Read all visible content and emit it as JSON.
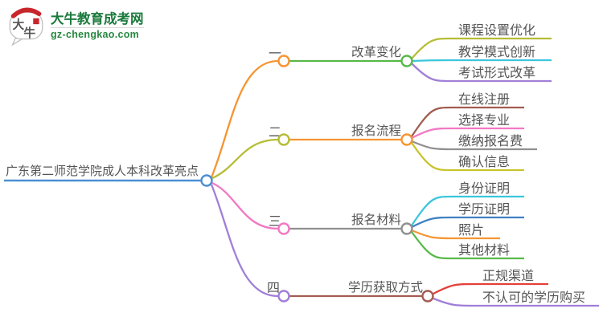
{
  "logo": {
    "title": "大牛教育成考网",
    "domain": "gz-chengkao.com",
    "icon_text_top": "大",
    "icon_text_bottom": "牛",
    "brand_color": "#1a7a3c",
    "seal_color": "#c9252b"
  },
  "mindmap": {
    "text_color": "#555555",
    "root": {
      "label": "广东第二师范学院成人本科改革亮点",
      "color": "#4a8fd3"
    },
    "branches": [
      {
        "index_label": "一",
        "index_color": "#f69532",
        "topic": {
          "label": "改革变化",
          "color": "#58b949"
        },
        "leaves": [
          {
            "label": "课程设置优化",
            "color": "#b6bd35"
          },
          {
            "label": "教学模式创新",
            "color": "#3cc6dc"
          },
          {
            "label": "考试形式改革",
            "color": "#a07fd8"
          }
        ]
      },
      {
        "index_label": "二",
        "index_color": "#b6bd35",
        "topic": {
          "label": "报名流程",
          "color": "#f69532"
        },
        "leaves": [
          {
            "label": "在线注册",
            "color": "#a25d50"
          },
          {
            "label": "选择专业",
            "color": "#f278c3"
          },
          {
            "label": "缴纳报名费",
            "color": "#909090"
          },
          {
            "label": "确认信息",
            "color": "#c8c42c"
          }
        ]
      },
      {
        "index_label": "三",
        "index_color": "#f278c3",
        "topic": {
          "label": "报名材料",
          "color": "#909090"
        },
        "leaves": [
          {
            "label": "身份证明",
            "color": "#3cc6dc"
          },
          {
            "label": "学历证明",
            "color": "#4081c2"
          },
          {
            "label": "照片",
            "color": "#f69532"
          },
          {
            "label": "其他材料",
            "color": "#58b949"
          }
        ]
      },
      {
        "index_label": "四",
        "index_color": "#a07fd8",
        "topic": {
          "label": "学历获取方式",
          "color": "#a45c52"
        },
        "leaves": [
          {
            "label": "正规渠道",
            "color": "#e3403a"
          },
          {
            "label": "不认可的学历购买",
            "color": "#a07fd8"
          }
        ]
      }
    ]
  }
}
